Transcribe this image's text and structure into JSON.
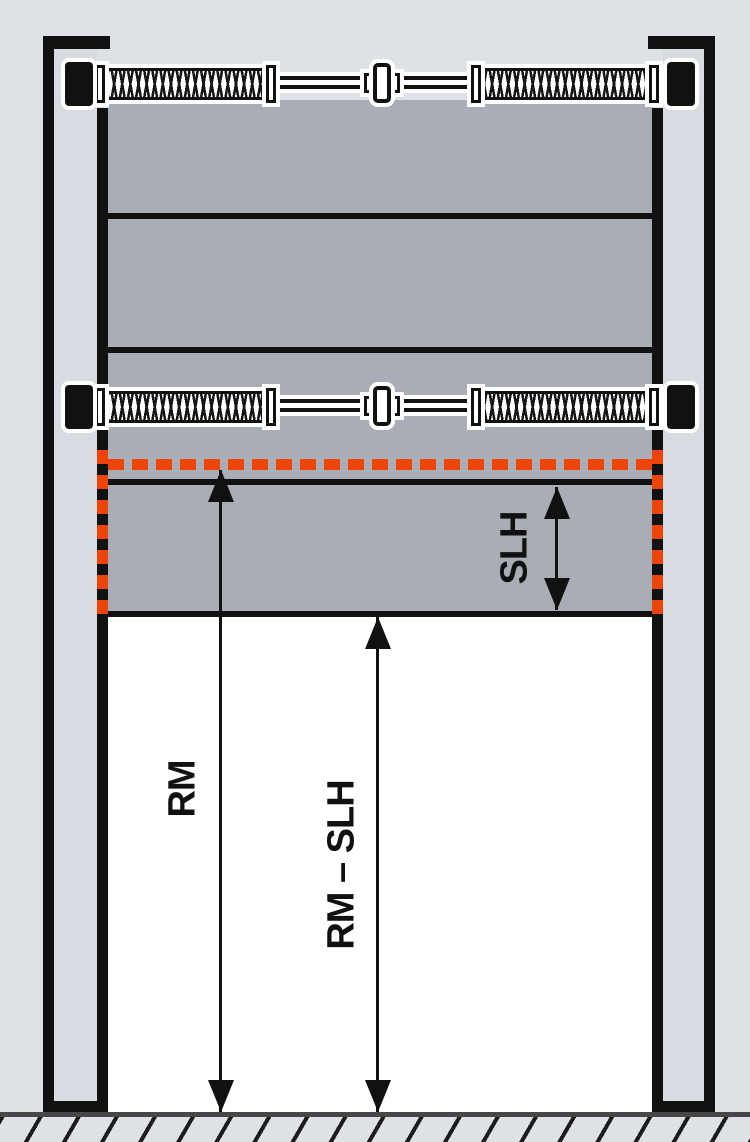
{
  "diagram": {
    "type": "sectional-door-spring-shaft-dimension-diagram",
    "dimension_labels": {
      "rm": "RM",
      "rm_minus_slh": "RM – SLH",
      "slh": "SLH"
    },
    "components": {
      "torsion_spring_assembly_count": 2,
      "door_section_count": 4
    },
    "colors": {
      "background": "#dee1e6",
      "panel_gray": "#a9adb5",
      "frame_fill": "#d8dce2",
      "line_black": "#111111",
      "marker_orange": "#ee4409",
      "floor_line_gray": "#474747",
      "opening_white": "#ffffff"
    }
  }
}
